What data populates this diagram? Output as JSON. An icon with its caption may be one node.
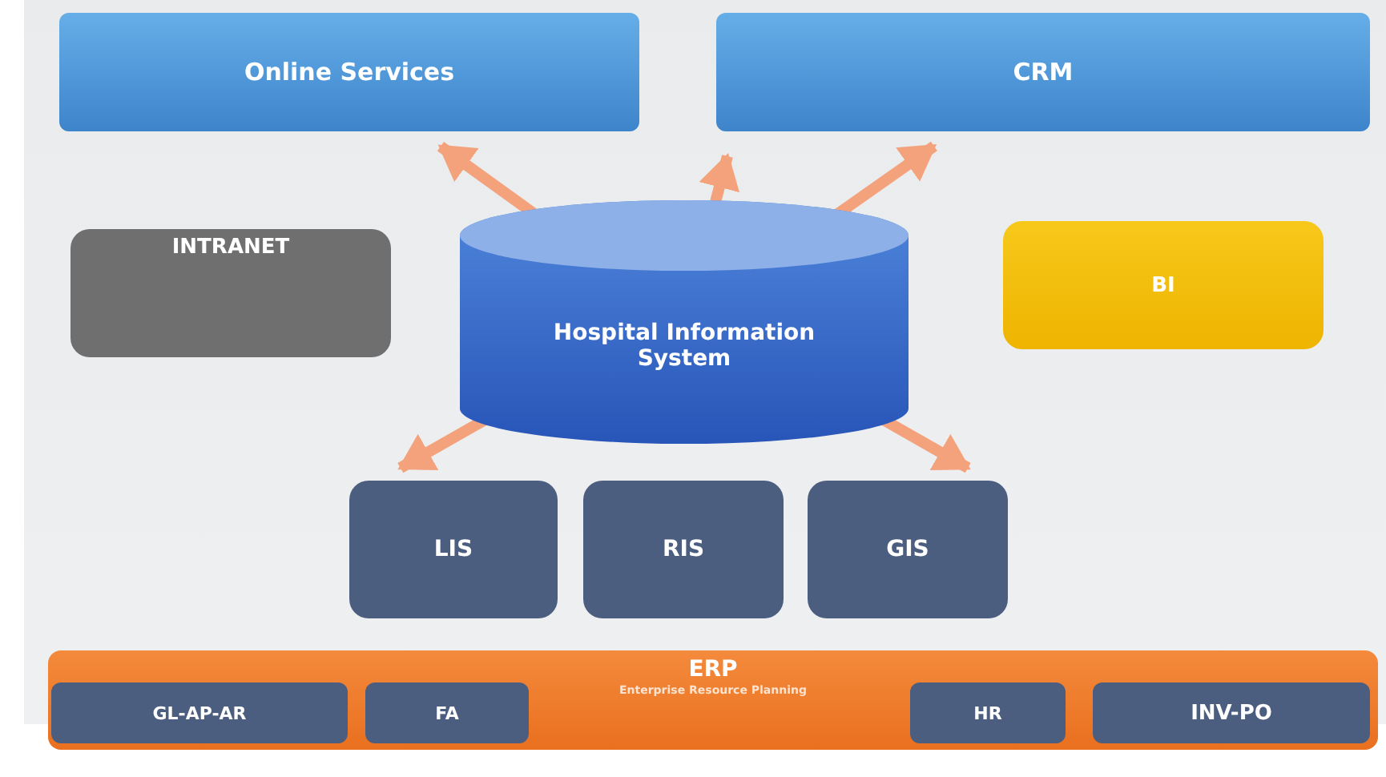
{
  "diagram": {
    "nodes": [
      {
        "text": [
          "Online Services"
        ]
      },
      {
        "text": [
          "CRM"
        ]
      },
      {
        "text": [
          "INTRANET"
        ]
      },
      {
        "text": [
          "Hospital Information System"
        ]
      },
      {
        "text": [
          "BI"
        ]
      },
      {
        "text": [
          "LIS"
        ]
      },
      {
        "text": [
          "RIS"
        ]
      },
      {
        "text": [
          "GIS"
        ]
      },
      {
        "text": [
          "ERP",
          "Enterprise Resource Planning"
        ]
      },
      {
        "text": [
          "GL-AP-AR"
        ],
        "in": 8
      },
      {
        "text": [
          "FA"
        ],
        "in": 8
      },
      {
        "text": [
          "HR"
        ],
        "in": 8
      },
      {
        "text": [
          "INV-PO"
        ],
        "in": 8
      }
    ],
    "edges": [
      {
        "from": 3,
        "to": 0,
        "arrow": "to"
      },
      {
        "from": 3,
        "to": 1,
        "arrow": "to"
      },
      {
        "from": 3,
        "to": 1,
        "arrow": "to"
      },
      {
        "from": 3,
        "to": 5,
        "arrow": "to"
      },
      {
        "from": 3,
        "to": 7,
        "arrow": "to"
      }
    ]
  }
}
